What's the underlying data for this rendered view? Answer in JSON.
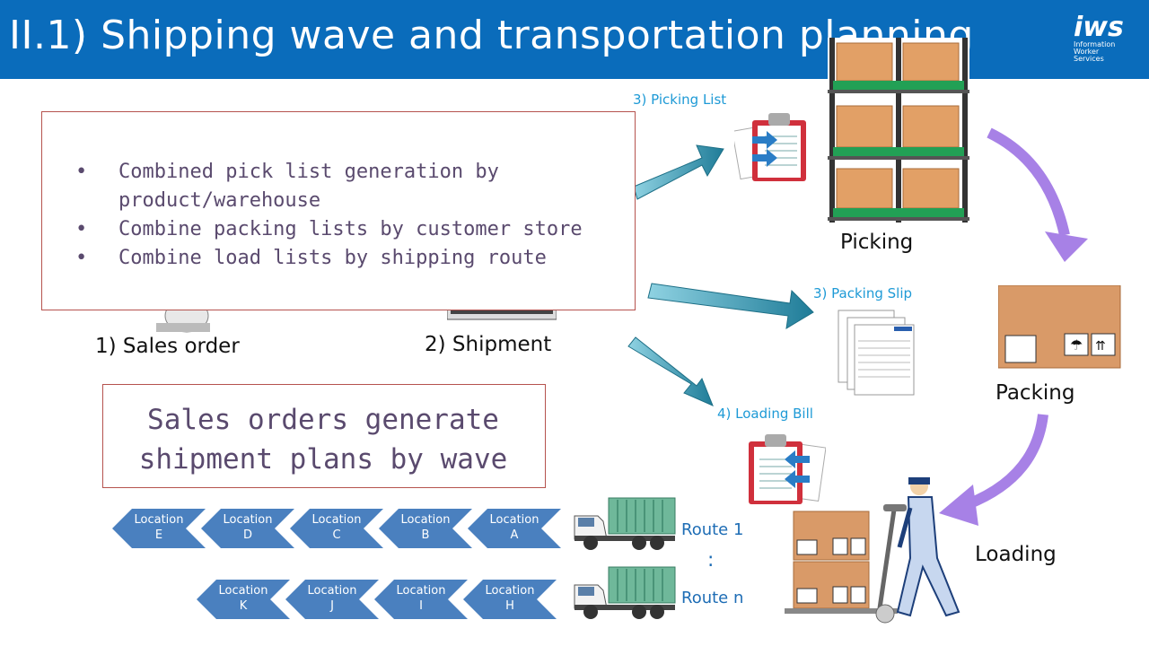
{
  "header": {
    "title": "II.1) Shipping wave and transportation planning"
  },
  "logo": {
    "brand": "iws",
    "line1": "Information",
    "line2": "Worker",
    "line3": "Services"
  },
  "bullets": [
    "Combined pick list generation by",
    "product/warehouse",
    "Combine packing lists by customer store",
    "Combine load lists by shipping route"
  ],
  "steps": {
    "sales_order": "1)  Sales order",
    "shipment": "2)  Shipment",
    "picking_list": "3)  Picking List",
    "packing_slip": "3)  Packing Slip",
    "loading_bill": "4)  Loading Bill"
  },
  "stages": {
    "picking": "Picking",
    "packing": "Packing",
    "loading": "Loading"
  },
  "wave": {
    "line1": "Sales orders generate",
    "line2": "shipment plans by wave"
  },
  "routes": {
    "route1": {
      "label": "Route 1",
      "locations": [
        {
          "l1": "Location",
          "l2": "E"
        },
        {
          "l1": "Location",
          "l2": "D"
        },
        {
          "l1": "Location",
          "l2": "C"
        },
        {
          "l1": "Location",
          "l2": "B"
        },
        {
          "l1": "Location",
          "l2": "A"
        }
      ]
    },
    "routen": {
      "label": "Route n",
      "locations": [
        {
          "l1": "Location",
          "l2": "K"
        },
        {
          "l1": "Location",
          "l2": "J"
        },
        {
          "l1": "Location",
          "l2": "I"
        },
        {
          "l1": "Location",
          "l2": "H"
        }
      ]
    },
    "ellipsis": ":"
  },
  "colors": {
    "header": "#0a6cbb",
    "chevron": "#4a80bf",
    "arrow_teal": "#2a8ea6",
    "arrow_purple": "#a781e6",
    "box_border": "#b5534e"
  },
  "icons": [
    "clipboard-icon",
    "warehouse-rack-icon",
    "packing-box-icon",
    "truck-icon",
    "worker-pallet-jack-icon",
    "document-stack-icon"
  ]
}
